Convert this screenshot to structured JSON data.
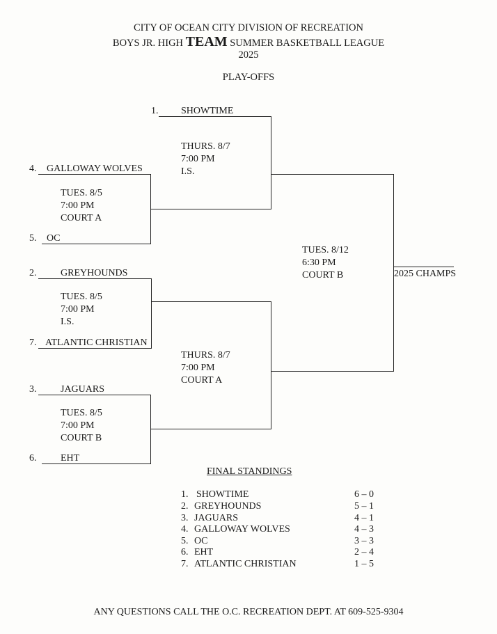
{
  "header": {
    "line1": "CITY OF OCEAN CITY DIVISION OF RECREATION",
    "line2_pre": "BOYS JR. HIGH ",
    "line2_bold": "TEAM",
    "line2_post": " SUMMER BASKETBALL LEAGUE",
    "year": "2025",
    "section": "PLAY-OFFS"
  },
  "round1": [
    {
      "top_seed": "4.",
      "top_team": "GALLOWAY WOLVES",
      "bottom_seed": "5.",
      "bottom_team": "OC",
      "day": "TUES. 8/5",
      "time": "7:00 PM",
      "court": "COURT A"
    },
    {
      "top_seed": "2.",
      "top_team": "GREYHOUNDS",
      "bottom_seed": "7.",
      "bottom_team": "ATLANTIC CHRISTIAN",
      "day": "TUES. 8/5",
      "time": "7:00 PM",
      "court": "I.S."
    },
    {
      "top_seed": "3.",
      "top_team": "JAGUARS",
      "bottom_seed": "6.",
      "bottom_team": "EHT",
      "day": "TUES. 8/5",
      "time": "7:00 PM",
      "court": "COURT B"
    }
  ],
  "bye": {
    "seed": "1.",
    "team": "SHOWTIME"
  },
  "semis": [
    {
      "day": "THURS. 8/7",
      "time": "7:00 PM",
      "court": "I.S."
    },
    {
      "day": "THURS. 8/7",
      "time": "7:00 PM",
      "court": "COURT A"
    }
  ],
  "final": {
    "day": "TUES. 8/12",
    "time": "6:30 PM",
    "court": "COURT B"
  },
  "champs_label": "2025 CHAMPS",
  "standings": {
    "title": "FINAL STANDINGS",
    "rows": [
      {
        "rank": "1.",
        "team": "SHOWTIME",
        "record": "6 – 0"
      },
      {
        "rank": "2.",
        "team": "GREYHOUNDS",
        "record": "5 – 1"
      },
      {
        "rank": "3.",
        "team": "JAGUARS",
        "record": "4 – 1"
      },
      {
        "rank": "4.",
        "team": "GALLOWAY WOLVES",
        "record": "4 – 3"
      },
      {
        "rank": "5.",
        "team": "OC",
        "record": "3 – 3"
      },
      {
        "rank": "6.",
        "team": "EHT",
        "record": "2 – 4"
      },
      {
        "rank": "7.",
        "team": "ATLANTIC CHRISTIAN",
        "record": "1 – 5"
      }
    ]
  },
  "footer": "ANY QUESTIONS CALL THE O.C. RECREATION DEPT. AT 609-525-9304"
}
